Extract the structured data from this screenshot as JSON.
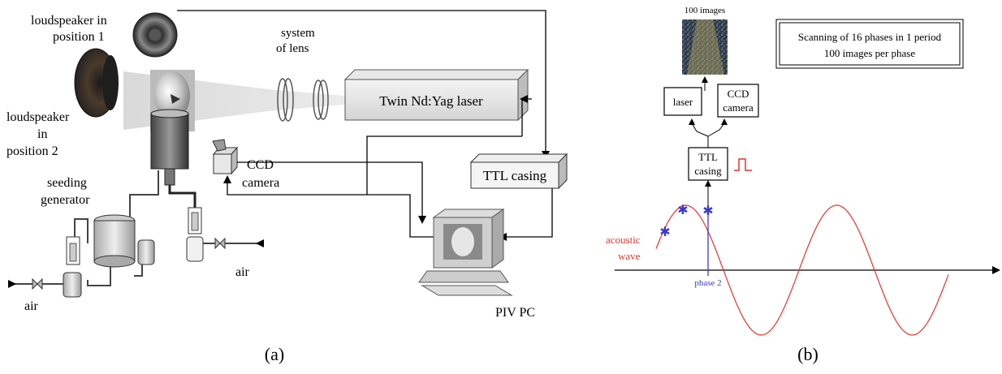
{
  "panel_a": {
    "caption": "(a)",
    "loudspeaker_pos1": [
      "loudspeaker in",
      "position 1"
    ],
    "loudspeaker_pos2": [
      "loudspeaker",
      "in",
      "position 2"
    ],
    "system_of_lens": [
      "system",
      "of lens"
    ],
    "laser": "Twin Nd:Yag laser",
    "ccd_camera": [
      "CCD",
      "camera"
    ],
    "ttl_casing": "TTL casing",
    "seeding_generator": [
      "seeding",
      "generator"
    ],
    "air_left": "air",
    "air_right": "air",
    "piv_pc": "PIV PC"
  },
  "panel_b": {
    "caption": "(b)",
    "images_label": "100 images",
    "info_box": [
      "Scanning of 16 phases in 1 period",
      "100 images per phase"
    ],
    "laser_box": "laser",
    "ccd_box": [
      "CCD",
      "camera"
    ],
    "ttl_box": [
      "TTL",
      "casing"
    ],
    "acoustic_wave": [
      "acoustic",
      "wave"
    ],
    "phase_label": "phase 2",
    "colors": {
      "wave": "#e8322a",
      "phase": "#3a3acc",
      "pulse": "#e8322a"
    }
  }
}
